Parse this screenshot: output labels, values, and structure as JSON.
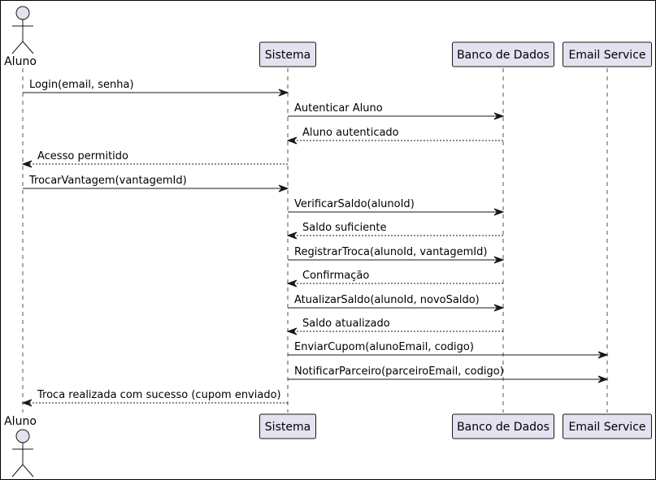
{
  "participants": [
    {
      "id": "aluno",
      "label": "Aluno",
      "kind": "actor"
    },
    {
      "id": "sistema",
      "label": "Sistema",
      "kind": "participant"
    },
    {
      "id": "banco",
      "label": "Banco de Dados",
      "kind": "participant"
    },
    {
      "id": "email",
      "label": "Email Service",
      "kind": "participant"
    }
  ],
  "messages": [
    {
      "from": "aluno",
      "to": "sistema",
      "label": "Login(email, senha)",
      "style": "solid"
    },
    {
      "from": "sistema",
      "to": "banco",
      "label": "Autenticar Aluno",
      "style": "solid"
    },
    {
      "from": "banco",
      "to": "sistema",
      "label": "Aluno autenticado",
      "style": "dashed"
    },
    {
      "from": "sistema",
      "to": "aluno",
      "label": "Acesso permitido",
      "style": "dashed"
    },
    {
      "from": "aluno",
      "to": "sistema",
      "label": "TrocarVantagem(vantagemId)",
      "style": "solid"
    },
    {
      "from": "sistema",
      "to": "banco",
      "label": "VerificarSaldo(alunoId)",
      "style": "solid"
    },
    {
      "from": "banco",
      "to": "sistema",
      "label": "Saldo suficiente",
      "style": "dashed"
    },
    {
      "from": "sistema",
      "to": "banco",
      "label": "RegistrarTroca(alunoId, vantagemId)",
      "style": "solid"
    },
    {
      "from": "banco",
      "to": "sistema",
      "label": "Confirmação",
      "style": "dashed"
    },
    {
      "from": "sistema",
      "to": "banco",
      "label": "AtualizarSaldo(alunoId, novoSaldo)",
      "style": "solid"
    },
    {
      "from": "banco",
      "to": "sistema",
      "label": "Saldo atualizado",
      "style": "dashed"
    },
    {
      "from": "sistema",
      "to": "email",
      "label": "EnviarCupom(alunoEmail, codigo)",
      "style": "solid"
    },
    {
      "from": "sistema",
      "to": "email",
      "label": "NotificarParceiro(parceiroEmail, codigo)",
      "style": "solid"
    },
    {
      "from": "sistema",
      "to": "aluno",
      "label": "Troca realizada com sucesso (cupom enviado)",
      "style": "dashed"
    }
  ],
  "colors": {
    "participant_fill": "#E2E2F0",
    "border": "#181818",
    "lifeline": "#555555"
  }
}
